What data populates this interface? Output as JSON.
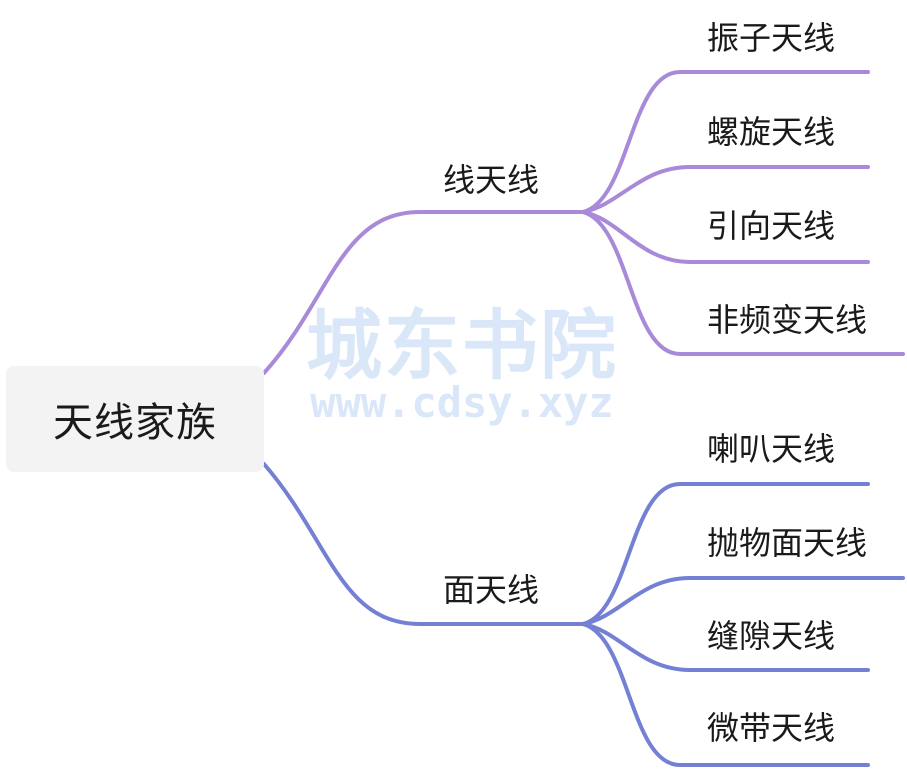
{
  "root": {
    "label": "天线家族"
  },
  "colors": {
    "upper_branch": "#a98ad9",
    "lower_branch": "#7480d4",
    "root_bg": "#f3f3f3"
  },
  "branches": [
    {
      "label": "线天线",
      "children": [
        "振子天线",
        "螺旋天线",
        "引向天线",
        "非频变天线"
      ]
    },
    {
      "label": "面天线",
      "children": [
        "喇叭天线",
        "抛物面天线",
        "缝隙天线",
        "微带天线"
      ]
    }
  ],
  "watermark": {
    "main": "城东书院",
    "url": "www.cdsy.xyz"
  }
}
